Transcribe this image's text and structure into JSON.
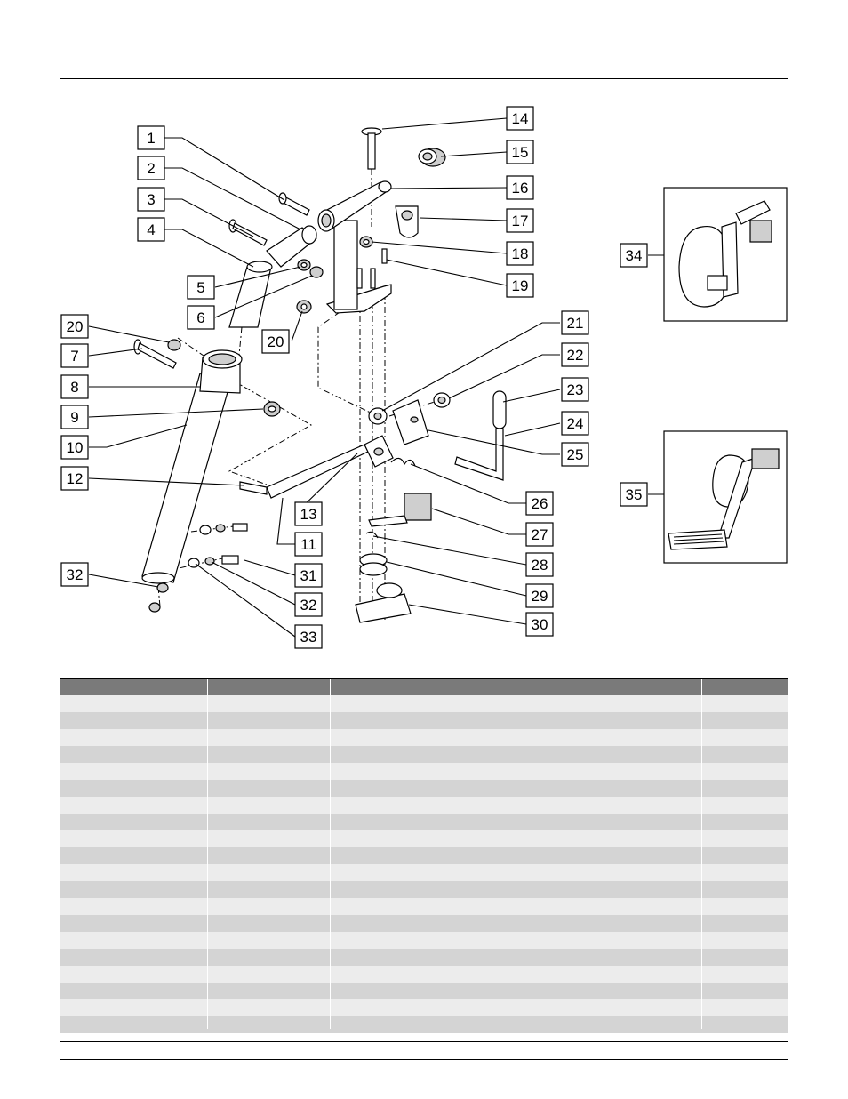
{
  "diagram": {
    "callouts": [
      "1",
      "2",
      "3",
      "4",
      "5",
      "6",
      "7",
      "8",
      "9",
      "10",
      "11",
      "12",
      "13",
      "14",
      "15",
      "16",
      "17",
      "18",
      "19",
      "20",
      "20",
      "21",
      "22",
      "23",
      "24",
      "25",
      "26",
      "27",
      "28",
      "29",
      "30",
      "31",
      "32",
      "32",
      "33",
      "34",
      "35"
    ]
  },
  "table": {
    "row_count": 20
  },
  "colors": {
    "table_header": "#7a7a7a",
    "row_dark": "#d4d4d4",
    "row_light": "#ececec"
  }
}
